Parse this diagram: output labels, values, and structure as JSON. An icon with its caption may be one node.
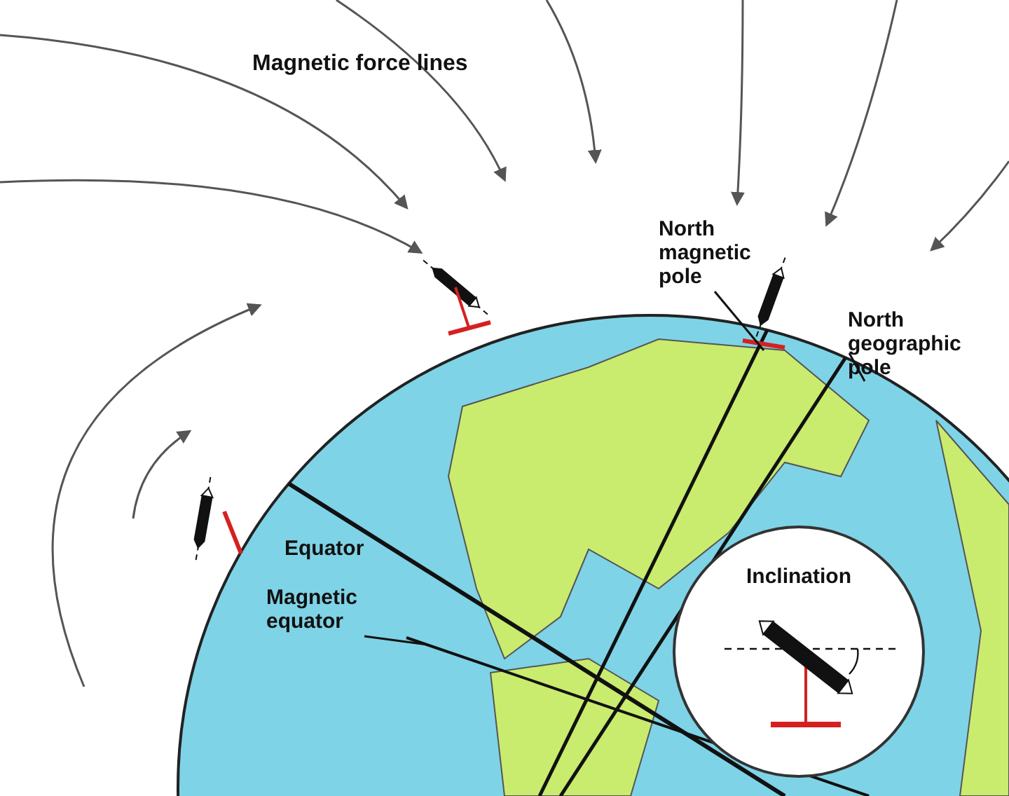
{
  "diagram": {
    "nodes": [
      {
        "text": [
          "North magnetic pole"
        ]
      },
      {
        "text": [
          "North geographic pole"
        ]
      },
      {
        "text": [
          "Equator"
        ]
      },
      {
        "text": [
          "Magnetic equator"
        ]
      },
      {
        "text": [
          "Inclination"
        ]
      }
    ],
    "edges": [
      {
        "from": 0,
        "to": null,
        "arrow": "none"
      },
      {
        "from": 1,
        "to": null,
        "arrow": "none"
      },
      {
        "from": 3,
        "to": null,
        "arrow": "none"
      }
    ],
    "labels": [
      "Magnetic force lines"
    ]
  }
}
